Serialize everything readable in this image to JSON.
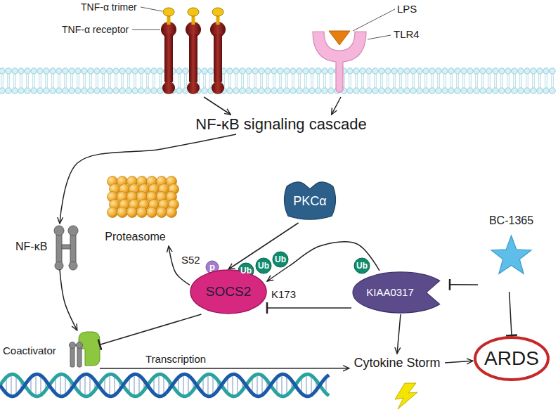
{
  "diagram": {
    "nodes": [
      {
        "text": [
          "TNF-α trimer",
          "TNF-α receptor"
        ]
      },
      {
        "text": [
          "LPS",
          "TLR4"
        ]
      },
      {
        "text": [
          "NF-κB signaling cascade"
        ]
      },
      {
        "text": [
          "NF-κB"
        ]
      },
      {
        "text": [
          "Proteasome"
        ]
      },
      {
        "text": [
          "PKCα"
        ]
      },
      {
        "text": [
          "SOCS2"
        ]
      },
      {
        "text": [
          "KIAA0317"
        ]
      },
      {
        "text": [
          "BC-1365"
        ]
      },
      {
        "text": [
          "Coactivator"
        ]
      },
      {
        "text": [
          "Cytokine Storm"
        ]
      },
      {
        "text": [
          "ARDS"
        ]
      }
    ],
    "edges": [
      {
        "from": 0,
        "to": 2,
        "arrow": "to"
      },
      {
        "from": 1,
        "to": 2,
        "arrow": "to"
      },
      {
        "from": 2,
        "to": 3,
        "arrow": "to"
      },
      {
        "from": 3,
        "to": 9,
        "arrow": "to"
      },
      {
        "from": 5,
        "to": 6,
        "arrow": "to"
      },
      {
        "from": 6,
        "to": 4,
        "arrow": "to"
      },
      {
        "from": 7,
        "to": 6,
        "arrow": "to"
      },
      {
        "from": 7,
        "to": 6,
        "arrow": "to"
      },
      {
        "from": 6,
        "to": 9,
        "arrow": "to"
      },
      {
        "from": 7,
        "to": 10,
        "arrow": "to"
      },
      {
        "from": 8,
        "to": 7,
        "arrow": "to"
      },
      {
        "from": 8,
        "to": 11,
        "arrow": "to"
      },
      {
        "from": 9,
        "to": 10,
        "label": "Transcription",
        "arrow": "to"
      },
      {
        "from": 10,
        "to": 11,
        "arrow": "to"
      }
    ],
    "labels": [
      "S52",
      "p",
      "Ub",
      "Ub",
      "Ub",
      "K173",
      "Ub"
    ]
  }
}
